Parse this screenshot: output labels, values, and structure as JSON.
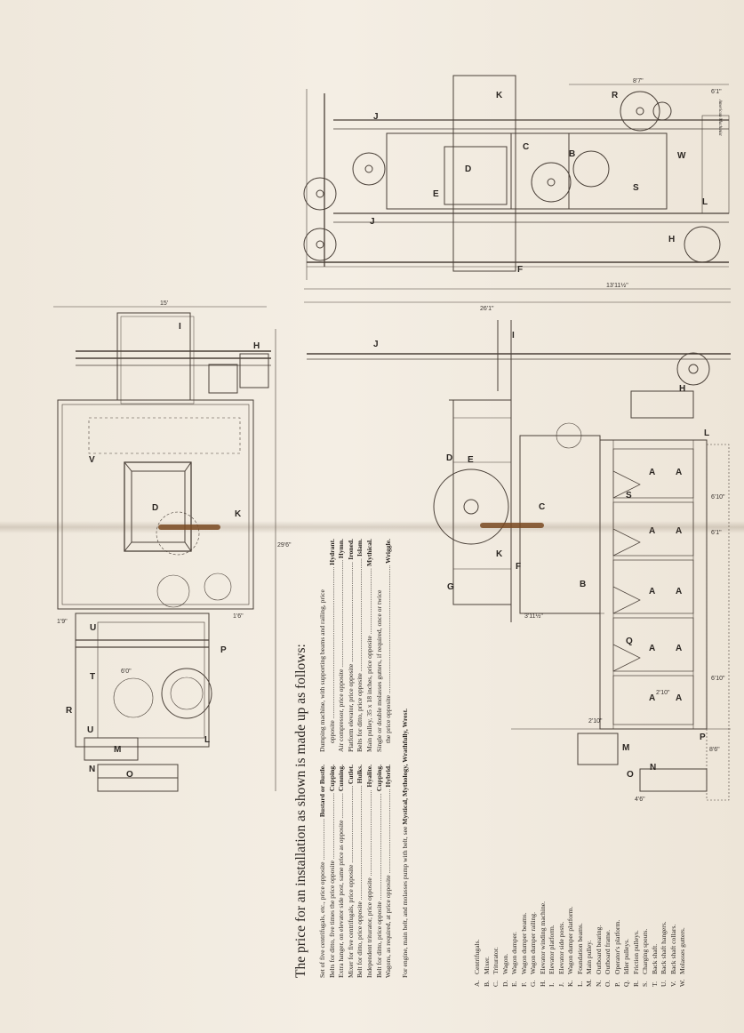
{
  "heading": "The price for an installation as shown is made up as follows:",
  "price_items_left": [
    {
      "desc": "Set of five centrifugals, etc., price opposite",
      "word": "Bustard or Bustle."
    },
    {
      "desc": "Belts for ditto, five times the price opposite",
      "word": "Cupping."
    },
    {
      "desc": "Extra hanger, on elevator side post, same price as opposite",
      "word": "Cunning."
    },
    {
      "desc": "Mixer for five centrifugals, price opposite",
      "word": "Cutlet."
    },
    {
      "desc": "Belt for ditto, price opposite",
      "word": "Hulks."
    },
    {
      "desc": "Independent triturator, price opposite",
      "word": "Hyalite."
    },
    {
      "desc": "Belt for ditto, price opposite",
      "word": "Cupping."
    },
    {
      "desc": "Wagons, as required, at price opposite",
      "word": "Hybrid."
    }
  ],
  "price_items_right": [
    {
      "desc": "Dumping machine, with supporting beams and railing, price",
      "cont": "opposite",
      "word": "Hydrant."
    },
    {
      "desc": "Air compressor, price opposite",
      "word": "Hymn."
    },
    {
      "desc": "Platform elevator, price opposite",
      "word": "Ironed."
    },
    {
      "desc": "Belts for ditto, price opposite",
      "word": "Islam."
    },
    {
      "desc": "Main pulley, 35 x 18 inches, price opposite",
      "word": "Mythical."
    },
    {
      "desc": "Single or double molasses gutters, if required, once or twice",
      "cont": "the price opposite",
      "word": "Wriggle."
    }
  ],
  "engine_note_prefix": "For engine, main belt, and molasses pump with belt, see ",
  "engine_note_words": "Mystical, Mythology, Wrathfully, Wrest.",
  "legend": [
    {
      "key": "A.",
      "label": "Centrifugals."
    },
    {
      "key": "B.",
      "label": "Mixer."
    },
    {
      "key": "C.",
      "label": "Triturator."
    },
    {
      "key": "D.",
      "label": "Wagon."
    },
    {
      "key": "E.",
      "label": "Wagon dumper."
    },
    {
      "key": "F.",
      "label": "Wagon dumper beams."
    },
    {
      "key": "G.",
      "label": "Wagon dumper railing."
    },
    {
      "key": "H.",
      "label": "Elevator winding machine."
    },
    {
      "key": "I.",
      "label": "Elevator platform."
    },
    {
      "key": "J.",
      "label": "Elevator side posts."
    },
    {
      "key": "K.",
      "label": "Wagon dumper platform."
    },
    {
      "key": "L.",
      "label": "Foundation beams."
    },
    {
      "key": "M.",
      "label": "Main pulley."
    },
    {
      "key": "N.",
      "label": "Outboard bearing."
    },
    {
      "key": "O.",
      "label": "Outboard frame."
    },
    {
      "key": "P.",
      "label": "Operator's platform."
    },
    {
      "key": "Q.",
      "label": "Idler pulleys."
    },
    {
      "key": "R.",
      "label": "Friction pulleys."
    },
    {
      "key": "S.",
      "label": "Charging spouts."
    },
    {
      "key": "T.",
      "label": "Back shaft."
    },
    {
      "key": "U.",
      "label": "Back shaft hangers."
    },
    {
      "key": "V.",
      "label": "Back shaft collars."
    },
    {
      "key": "W.",
      "label": "Molasses gutters."
    }
  ],
  "imprint": "American Machinist",
  "drawing_labels": {
    "plan": [
      "I",
      "H",
      "V",
      "D",
      "K",
      "P",
      "U",
      "T",
      "R",
      "L",
      "U",
      "M",
      "N",
      "O"
    ],
    "elevation_top": [
      "K",
      "J",
      "R",
      "C",
      "B",
      "W",
      "D",
      "E",
      "S",
      "L",
      "J",
      "H",
      "F"
    ],
    "elevation_bottom": [
      "I",
      "J",
      "H",
      "D",
      "E",
      "G",
      "K",
      "F",
      "C",
      "B",
      "S",
      "A",
      "A",
      "A",
      "A",
      "A",
      "A",
      "A",
      "A",
      "A",
      "A",
      "Q",
      "L",
      "M",
      "N",
      "O",
      "P"
    ]
  },
  "dimensions": {
    "plan_top": "15'",
    "plan_side": "29'6\"",
    "plan_a": "6'0\"",
    "plan_b": "1'9\"",
    "plan_c": "1'6\"",
    "elev_a": "8'7\"",
    "elev_b": "6'1\"",
    "elev_c": "13'11½\"",
    "elev_d": "26'1\"",
    "elev_e": "3'11½\"",
    "elev_f": "6'10\"",
    "elev_g": "6'1\"",
    "elev_h": "6'10\"",
    "elev_i": "2'10\"",
    "elev_j": "2'10\"",
    "elev_k": "8'6\"",
    "elev_l": "4'6\""
  }
}
